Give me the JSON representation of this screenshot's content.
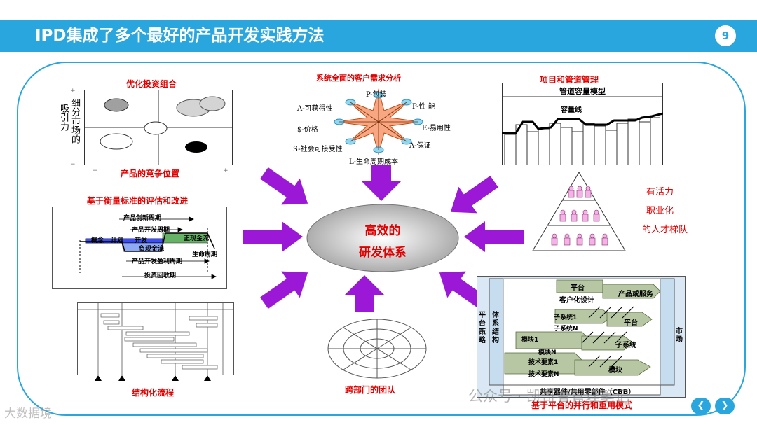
{
  "header": {
    "title": "IPD集成了多个最好的产品开发实践方法",
    "page_number": "9"
  },
  "colors": {
    "accent": "#2aa6de",
    "arrow": "#9a18d6",
    "caption_red": "#e00000"
  },
  "center": {
    "line1": "高效的",
    "line2": "研发体系"
  },
  "portfolio": {
    "caption": "优化投资组合",
    "ylabel": "吸引力",
    "ylabel2": "细分市场的",
    "xlabel": "产品的竞争位置",
    "plus": "+",
    "minus": "−"
  },
  "needs": {
    "caption": "系统全面的客户需求分析",
    "labels": [
      "P-包装",
      "P-性 能",
      "E-易用性",
      "A-保证",
      "L-生命周期成本",
      "S-社会可接受性",
      "$-价格",
      "A-可获得性"
    ]
  },
  "pipeline": {
    "caption": "项目和管道管理",
    "header": "管道容量模型",
    "line_label": "容量线"
  },
  "talent": {
    "lines": [
      "有活力",
      "职业化",
      "的人才梯队"
    ]
  },
  "metrics": {
    "caption": "基于衡量标准的评估和改进",
    "labels": {
      "innovation": "产品创新周期",
      "dev_cycle": "产品开发周期",
      "concept": "概念",
      "plan": "计划",
      "develop": "开发",
      "positive": "正现金流",
      "negative": "负现金流",
      "lifecycle": "生命周期",
      "profit": "产品开发盈利周期",
      "payback": "投资回收期"
    }
  },
  "process": {
    "caption": "结构化流程"
  },
  "team": {
    "caption": "跨部门的团队"
  },
  "platform": {
    "caption": "基于平台的并行和重用模式",
    "left1": "平台策略",
    "left2": "体系结构",
    "right": "市场",
    "labels": {
      "platform": "平台",
      "custom": "客户化设计",
      "product": "产品或服务",
      "sub1": "子系统1",
      "subN": "子系统N",
      "platform2": "平台",
      "mod1": "模块1",
      "modN": "模块N",
      "subsystem": "子系统",
      "tech1": "技术要素1",
      "techN": "技术要素N",
      "module": "模块",
      "cbb": "共享器件/共用零部件（CBB）"
    }
  },
  "watermarks": {
    "wechat": "公众号 · 凯哥者管理笔记",
    "corner": "大数据境"
  }
}
